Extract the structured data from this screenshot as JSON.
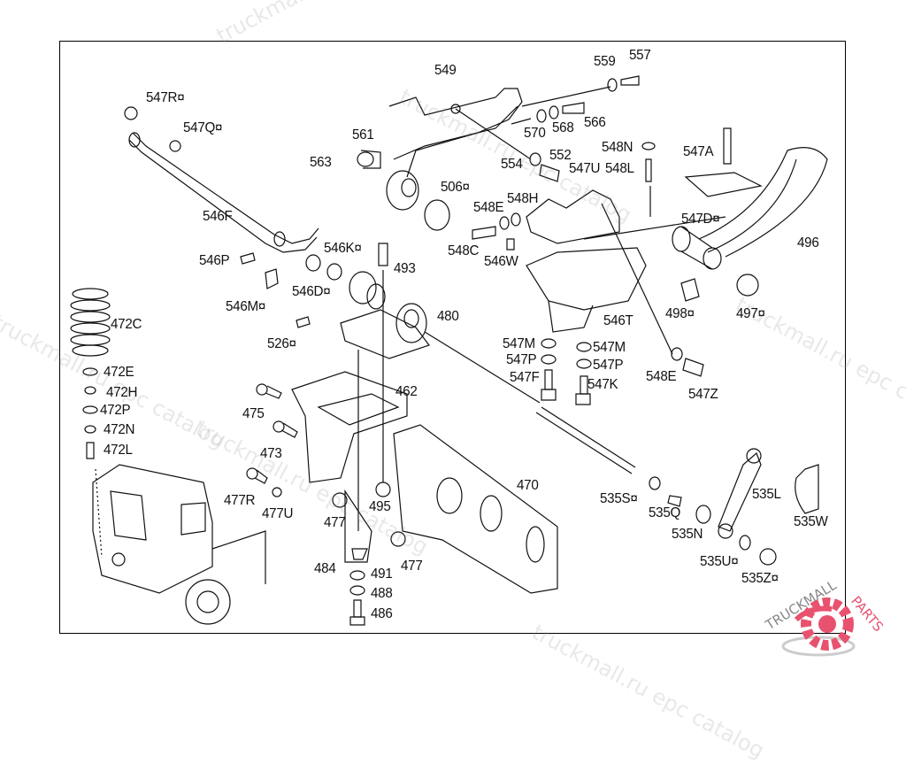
{
  "diagram": {
    "callout_symbol": "¤",
    "labels": {
      "l549": "549",
      "l559": "559",
      "l557": "557",
      "l547R": "547R¤",
      "l547Q": "547Q¤",
      "l561": "561",
      "l570": "570",
      "l568": "568",
      "l566": "566",
      "l548N": "548N",
      "l563": "563",
      "l554": "554",
      "l552": "552",
      "l547U": "547U",
      "l548L": "548L",
      "l547A": "547A",
      "l506": "506¤",
      "l548H": "548H",
      "l548E_top": "548E",
      "l546F": "546F",
      "l547D": "547D¤",
      "l496": "496",
      "l548C": "548C",
      "l546W": "546W",
      "l546K": "546K¤",
      "l546P": "546P",
      "l493": "493",
      "l546D": "546D¤",
      "l546M": "546M¤",
      "l480": "480",
      "l546T": "546T",
      "l498": "498¤",
      "l497": "497¤",
      "l472C": "472C",
      "l526": "526¤",
      "l547M_a": "547M",
      "l547M_b": "547M",
      "l547P_a": "547P",
      "l547P_b": "547P",
      "l547F": "547F",
      "l547K": "547K",
      "l548E_b": "548E",
      "l547Z": "547Z",
      "l472E": "472E",
      "l472H": "472H",
      "l462": "462",
      "l472P": "472P",
      "l475": "475",
      "l472N": "472N",
      "l472L": "472L",
      "l473": "473",
      "l470": "470",
      "l535L": "535L",
      "l535S": "535S¤",
      "l477R": "477R",
      "l495": "495",
      "l535Q": "535Q",
      "l477U": "477U",
      "l535W": "535W",
      "l477_a": "477",
      "l535N": "535N",
      "l535U": "535U¤",
      "l477_b": "477",
      "l484": "484",
      "l491": "491",
      "l535Z": "535Z¤",
      "l488": "488",
      "l486": "486"
    }
  },
  "watermark": {
    "text": "truckmall.ru epc catalog"
  },
  "logo": {
    "text_dark": "TRUCKMALL",
    "text_accent": "PARTS",
    "accent_color": "#e8526f"
  }
}
